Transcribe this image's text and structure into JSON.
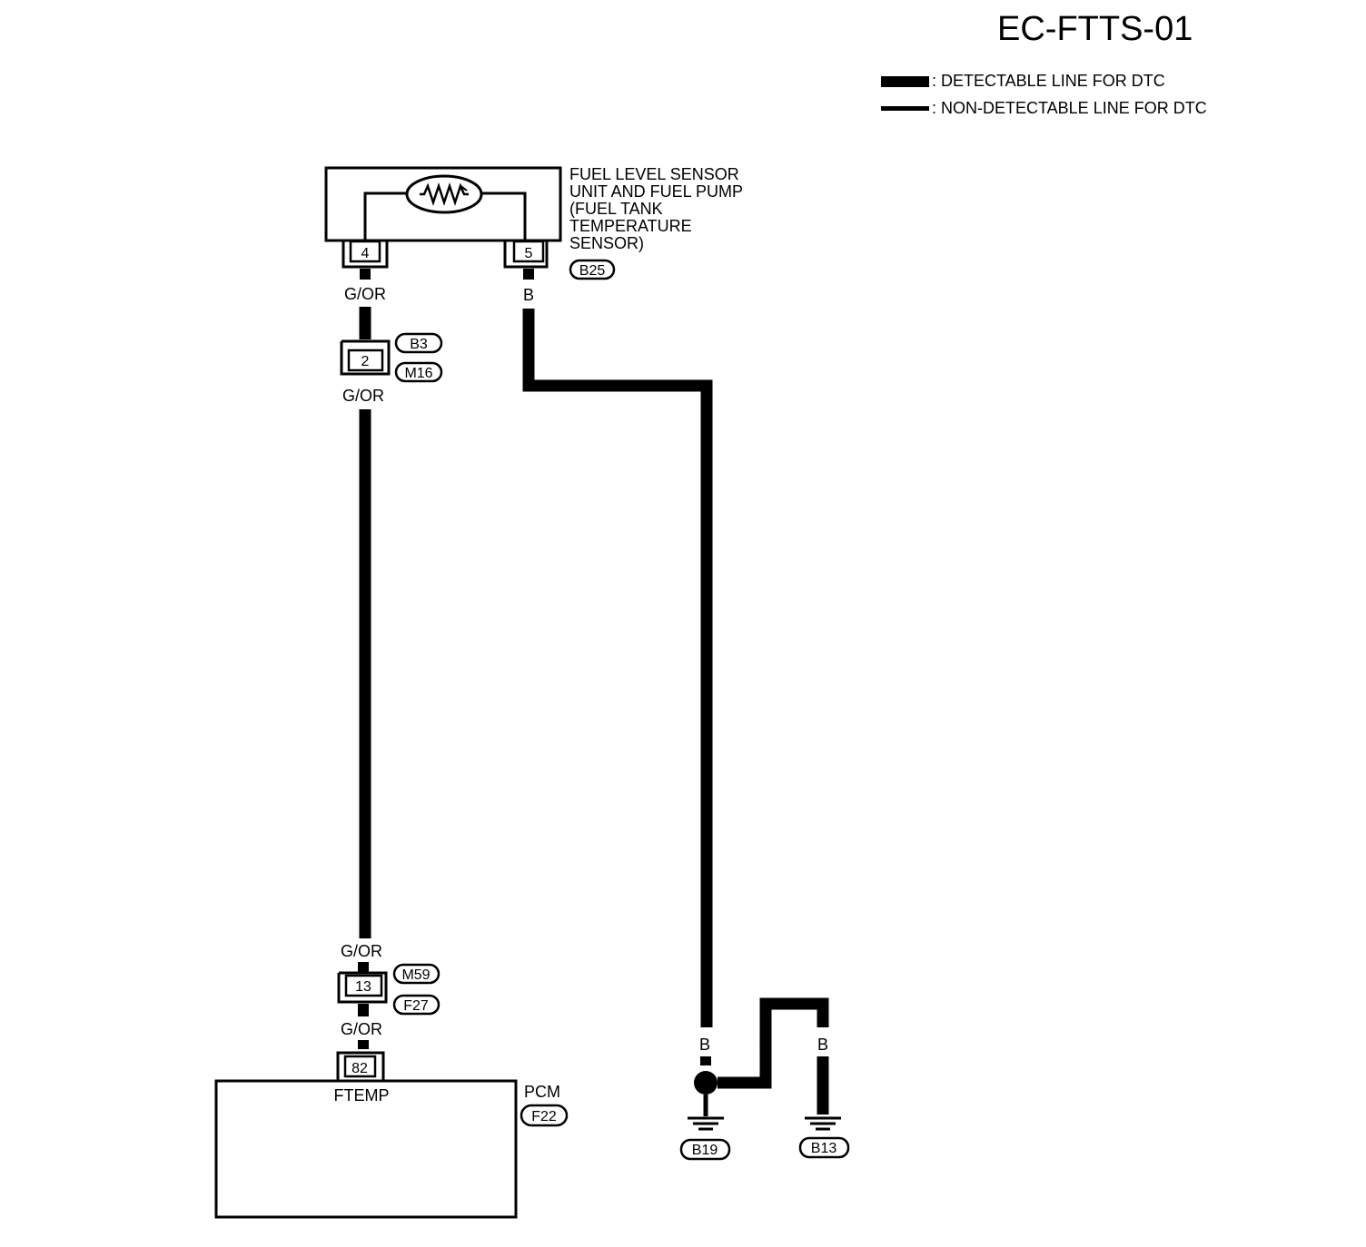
{
  "diagram_code": "EC-FTTS-01",
  "legend": {
    "detectable": ": DETECTABLE LINE FOR DTC",
    "non_detectable": ": NON-DETECTABLE LINE FOR DTC"
  },
  "sensor": {
    "label_lines": [
      "FUEL LEVEL SENSOR",
      "UNIT AND FUEL PUMP",
      "(FUEL TANK",
      "TEMPERATURE",
      "SENSOR)"
    ],
    "connector": "B25",
    "pin_left": "4",
    "pin_right": "5"
  },
  "wires": {
    "g_or": "G/OR",
    "b": "B"
  },
  "joint_1": {
    "pin": "2",
    "connector_top": "B3",
    "connector_bottom": "M16"
  },
  "joint_2": {
    "pin": "13",
    "connector_top": "M59",
    "connector_bottom": "F27"
  },
  "pcm": {
    "label": "PCM",
    "connector": "F22",
    "pin": "82",
    "terminal": "FTEMP"
  },
  "grounds": {
    "left": "B19",
    "right": "B13"
  }
}
